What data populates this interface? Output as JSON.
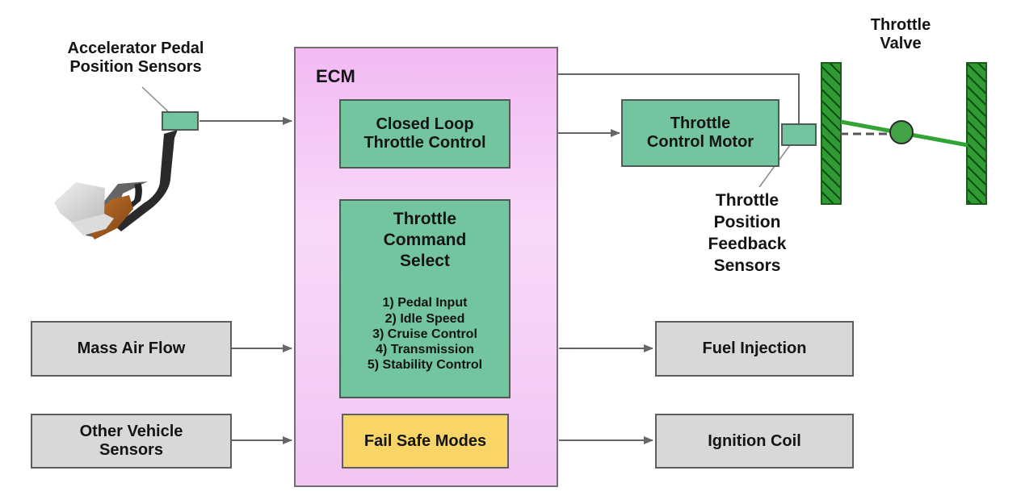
{
  "diagram": {
    "sensors": {
      "accelerator_label_line1": "Accelerator Pedal",
      "accelerator_label_line2": "Position Sensors",
      "throttle_position_line1": "Throttle",
      "throttle_position_line2": "Position",
      "throttle_position_line3": "Feedback",
      "throttle_position_line4": "Sensors",
      "throttle_valve_line1": "Throttle",
      "throttle_valve_line2": "Valve"
    },
    "ecm": {
      "label": "ECM",
      "closed_loop_line1": "Closed Loop",
      "closed_loop_line2": "Throttle Control",
      "command_line1": "Throttle",
      "command_line2": "Command",
      "command_line3": "Select",
      "inputs": [
        "1) Pedal Input",
        "2) Idle Speed",
        "3) Cruise Control",
        "4) Transmission",
        "5) Stability Control"
      ],
      "fail_safe": "Fail Safe Modes"
    },
    "throttle_motor_line1": "Throttle",
    "throttle_motor_line2": "Control Motor",
    "inputs": {
      "mass_air_flow": "Mass Air Flow",
      "other_sensors_line1": "Other Vehicle",
      "other_sensors_line2": "Sensors"
    },
    "outputs": {
      "fuel_injection": "Fuel Injection",
      "ignition_coil": "Ignition Coil"
    }
  },
  "colors": {
    "ecm_fill": "#f5c8f6",
    "green_box": "#73c59f",
    "gray_box": "#d8d8d8",
    "yellow_box": "#f9d466",
    "valve_green": "#2e9a2f"
  }
}
